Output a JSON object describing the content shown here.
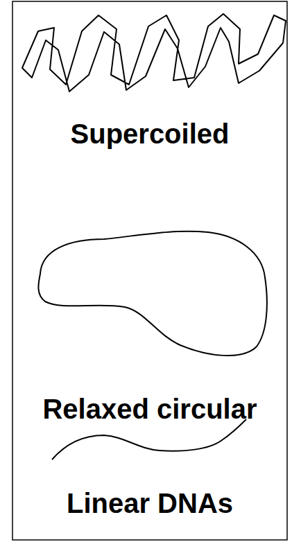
{
  "diagram": {
    "labels": [
      "Supercoiled",
      "Relaxed circular",
      "Linear DNAs"
    ]
  }
}
